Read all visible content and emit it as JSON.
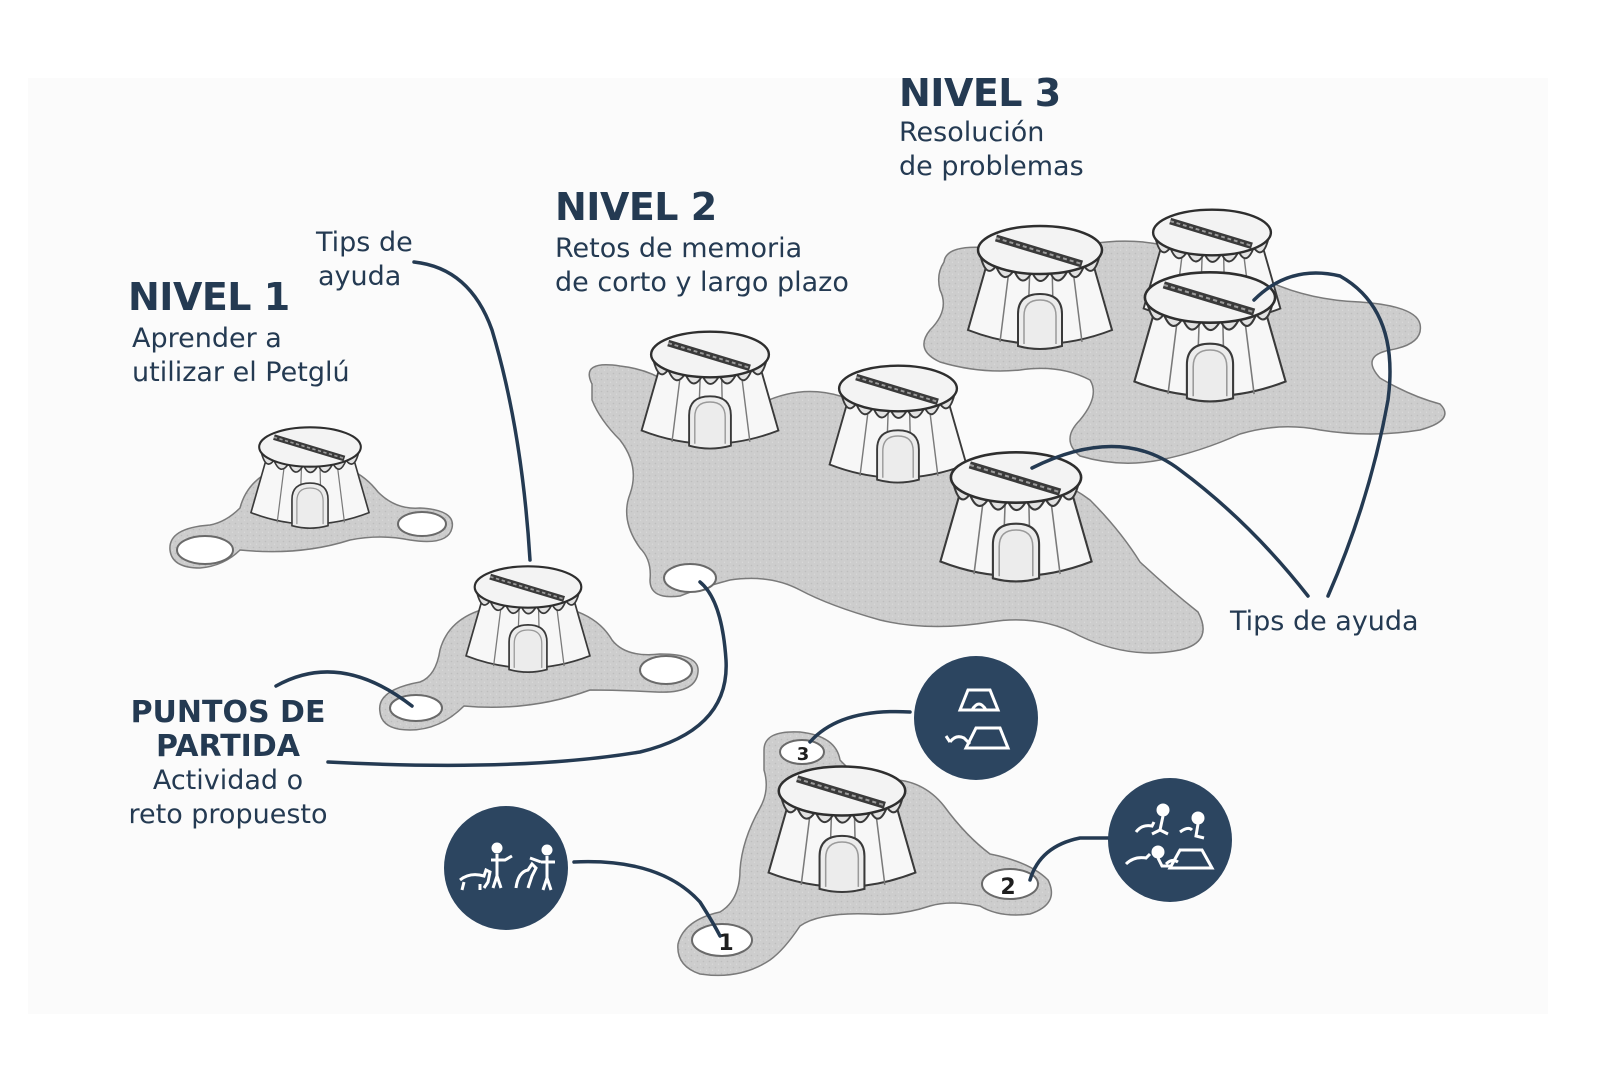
{
  "colors": {
    "ink": "#243a52",
    "base": "#cfcfcf",
    "base_stroke": "#6a6a6a",
    "dome": "#f6f6f6",
    "circle_fill": "#2c4560"
  },
  "levels": [
    {
      "title": "NIVEL 1",
      "desc": [
        "Aprender a",
        "utilizar el Petglú"
      ]
    },
    {
      "title": "NIVEL 2",
      "desc": [
        "Retos de memoria",
        "de corto y largo plazo"
      ]
    },
    {
      "title": "NIVEL 3",
      "desc": [
        "Resolución",
        "de problemas"
      ]
    }
  ],
  "tips_top": [
    "Tips de",
    "ayuda"
  ],
  "tips_right": "Tips de ayuda",
  "starting_points": {
    "title": [
      "PUNTOS DE",
      "PARTIDA"
    ],
    "desc": [
      "Actividad o",
      "reto propuesto"
    ]
  },
  "step_numbers": [
    "1",
    "2",
    "3"
  ],
  "icons": {
    "step1": "person-training-dog-icon",
    "step2": "person-and-dog-at-feeder-icon",
    "step3": "dog-entering-feeder-icon"
  }
}
